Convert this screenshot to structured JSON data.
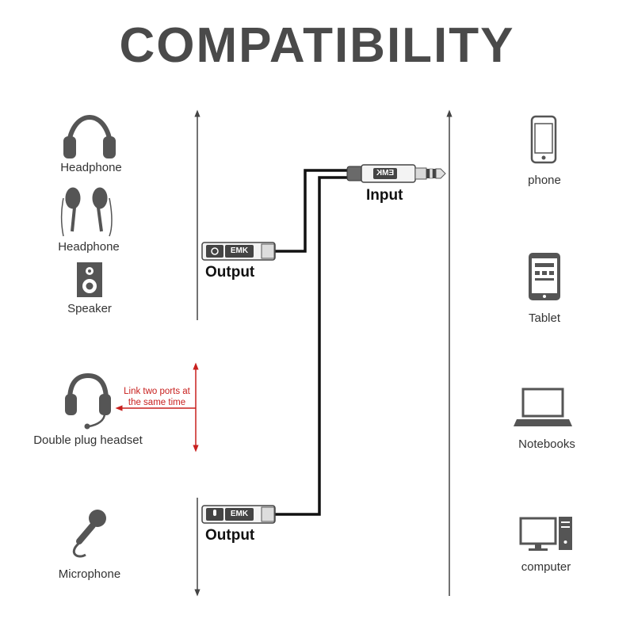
{
  "title": "COMPATIBILITY",
  "left_devices": {
    "headphone_1": "Headphone",
    "headphone_2": "Headphone",
    "speaker": "Speaker",
    "double_plug_headset": "Double plug headset",
    "microphone": "Microphone"
  },
  "right_devices": {
    "phone": "phone",
    "tablet": "Tablet",
    "notebooks": "Notebooks",
    "computer": "computer"
  },
  "cable": {
    "input_label": "Input",
    "output_top_label": "Output",
    "output_bottom_label": "Output",
    "brand": "EMK"
  },
  "note": {
    "line1": "Link two ports at",
    "line2": "the same time"
  },
  "colors": {
    "text": "#333333",
    "icon": "#555555",
    "accent_red": "#c8201e",
    "cable": "#111111"
  }
}
